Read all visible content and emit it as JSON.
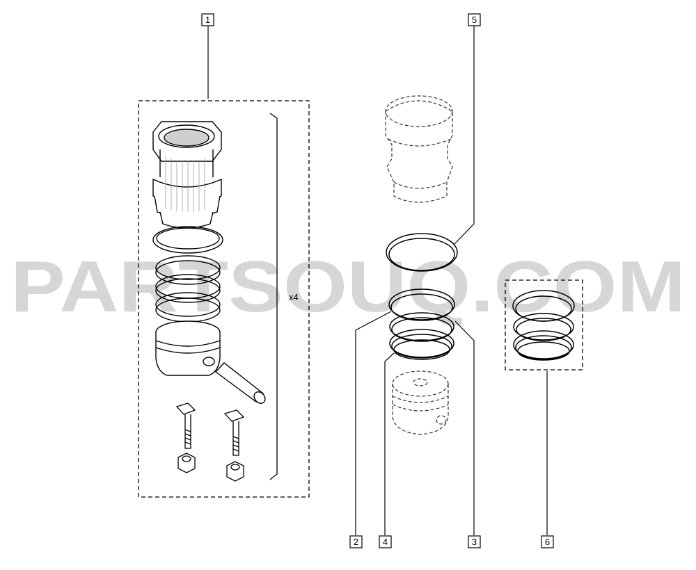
{
  "watermark": "PARTSOUQ.COM",
  "kit_quantity": "x4",
  "callouts": {
    "c1": "1",
    "c2": "2",
    "c3": "3",
    "c4": "4",
    "c5": "5",
    "c6": "6"
  },
  "colors": {
    "line": "#000000",
    "watermark": "#d6d6d6",
    "ghost": "#333333",
    "shade": "#9a9a9a"
  }
}
